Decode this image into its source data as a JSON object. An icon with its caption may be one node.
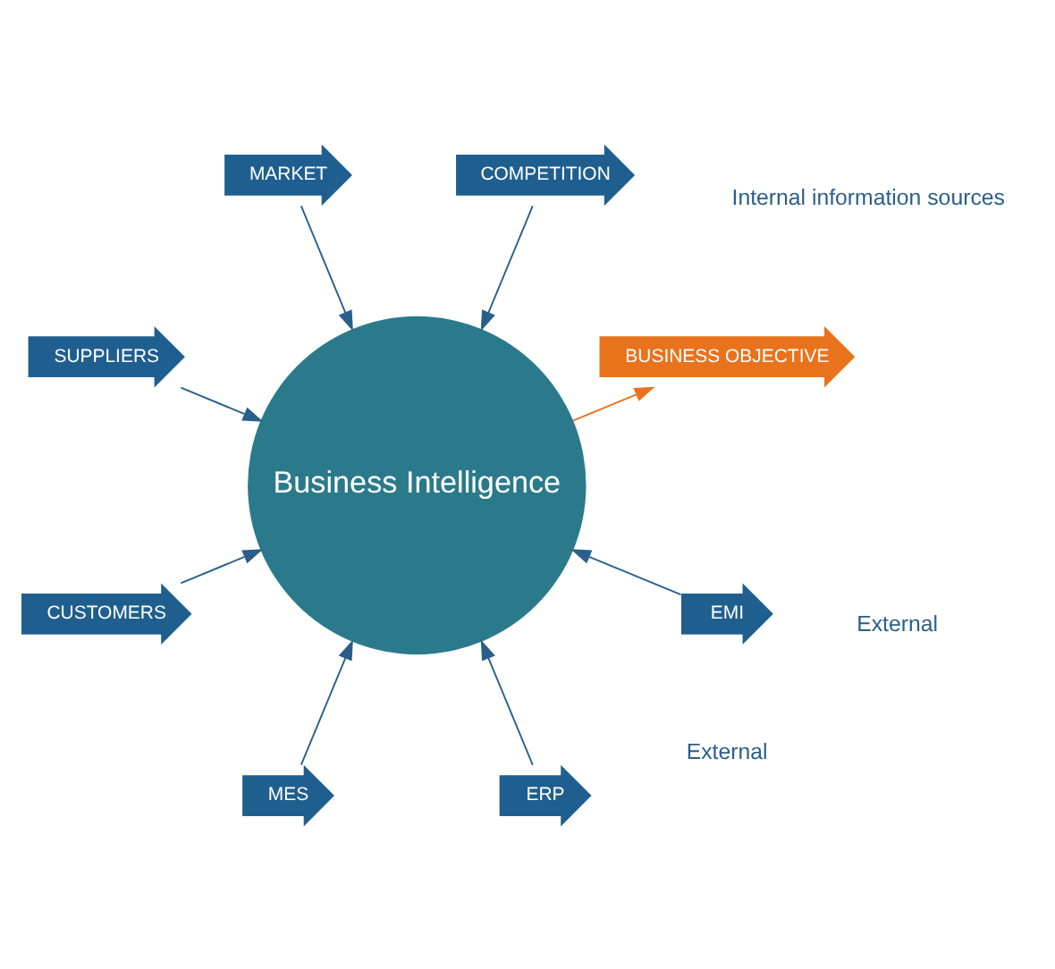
{
  "diagram": {
    "nodes": [
      {
        "text": [
          "Business Intelligence"
        ]
      },
      {
        "text": [
          "BUSINESS OBJECTIVE"
        ]
      },
      {
        "text": [
          "COMPETITION"
        ]
      },
      {
        "text": [
          "MARKET"
        ]
      },
      {
        "text": [
          "SUPPLIERS"
        ]
      },
      {
        "text": [
          "CUSTOMERS"
        ]
      },
      {
        "text": [
          "MES"
        ]
      },
      {
        "text": [
          "ERP"
        ]
      },
      {
        "text": [
          "EMI"
        ]
      }
    ],
    "edges": [
      {
        "from": 0,
        "to": 1,
        "arrow": "to",
        "color": "#e8731c"
      },
      {
        "from": 2,
        "to": 0,
        "arrow": "to"
      },
      {
        "from": 3,
        "to": 0,
        "arrow": "to"
      },
      {
        "from": 4,
        "to": 0,
        "arrow": "to"
      },
      {
        "from": 5,
        "to": 0,
        "arrow": "to"
      },
      {
        "from": 6,
        "to": 0,
        "arrow": "to"
      },
      {
        "from": 7,
        "to": 0,
        "arrow": "to"
      },
      {
        "from": 8,
        "to": 0,
        "arrow": "to"
      }
    ],
    "labels": [
      "External",
      "External",
      "Internal information sources"
    ]
  }
}
